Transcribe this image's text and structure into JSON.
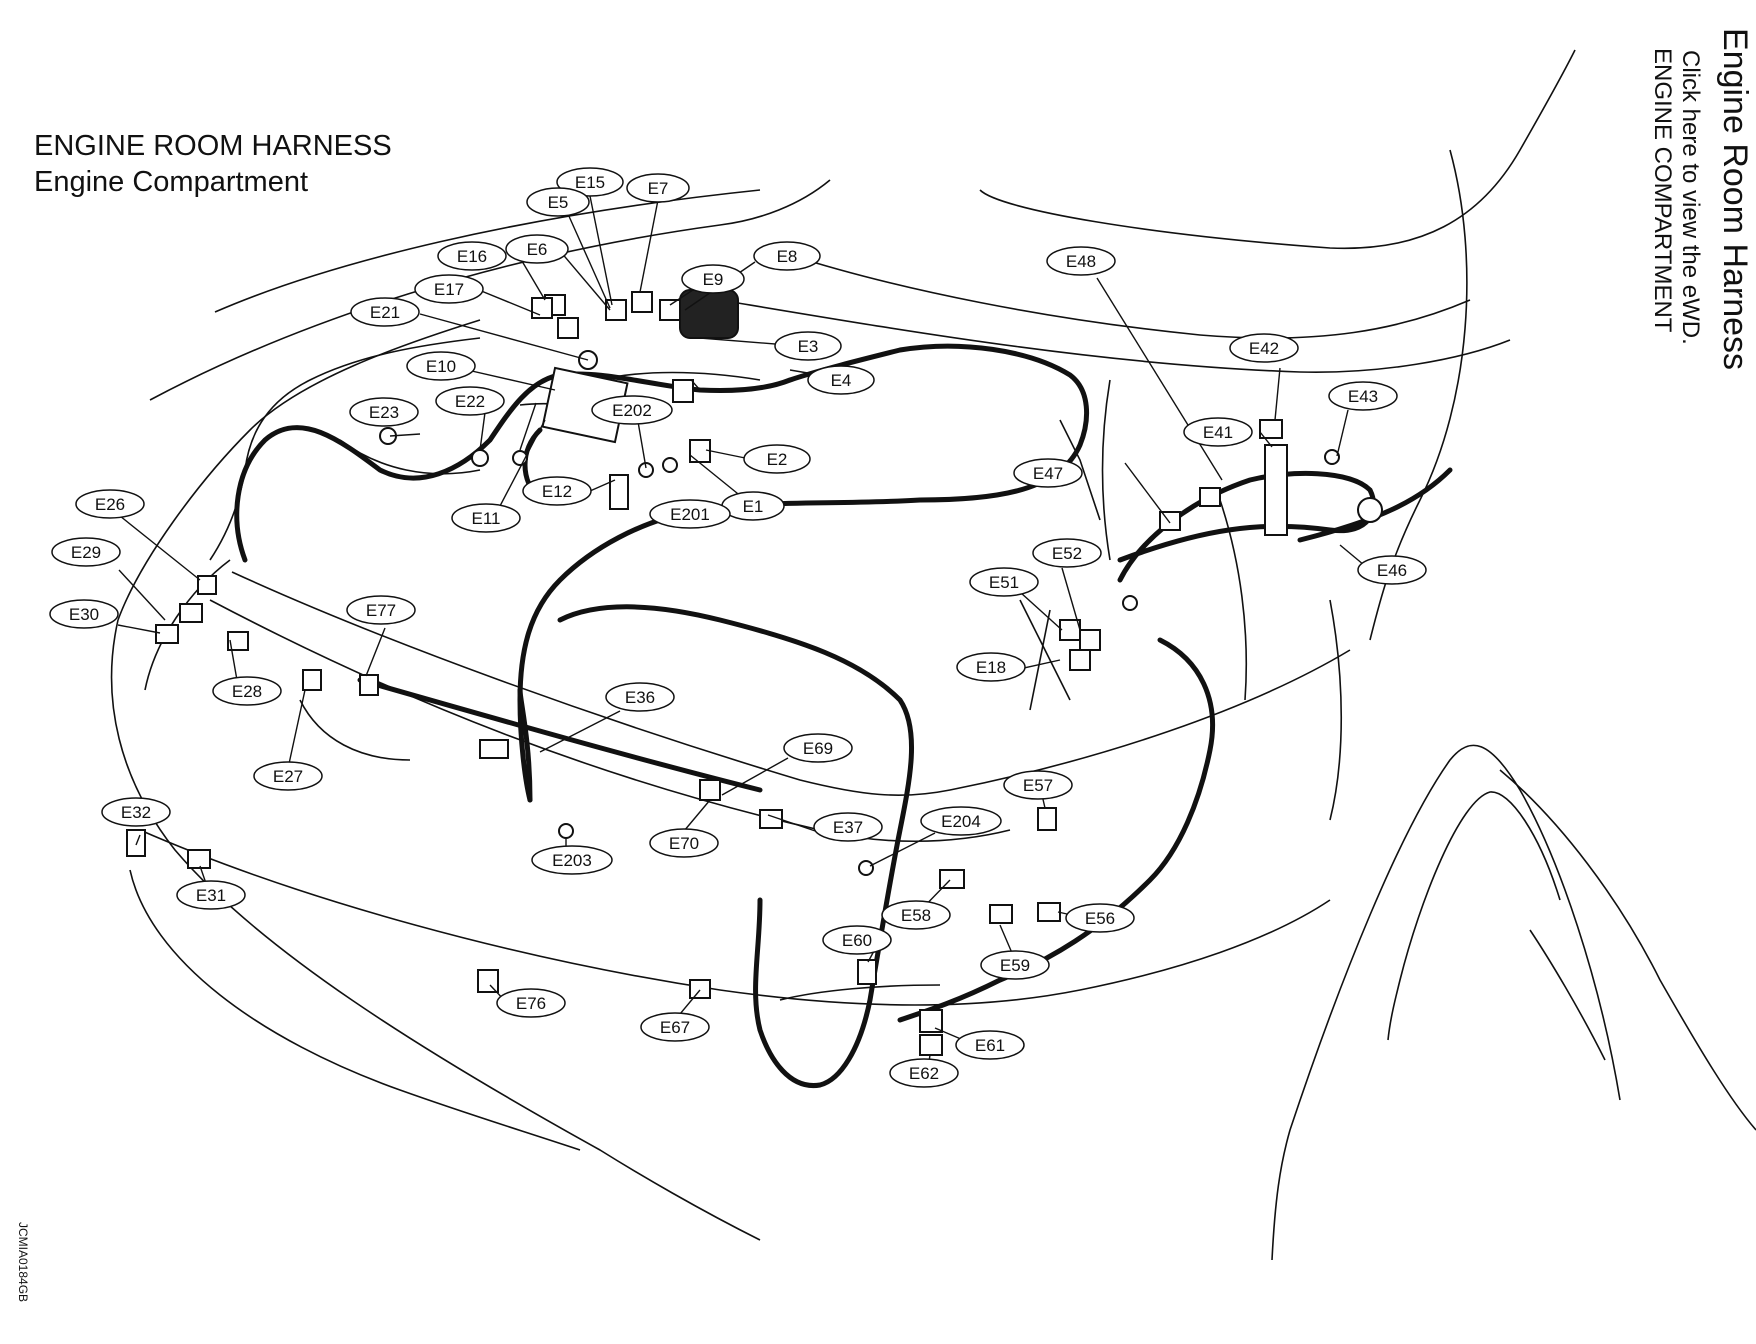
{
  "title": {
    "line1": "ENGINE ROOM HARNESS",
    "line2": "Engine Compartment"
  },
  "sidebar": {
    "heading": "Engine Room Harness",
    "link": "Click here to view the eWD.",
    "subheading": "ENGINE COMPARTMENT"
  },
  "image_code": "JCMIA0184GB",
  "connectors": {
    "E1": "E1",
    "E2": "E2",
    "E3": "E3",
    "E4": "E4",
    "E5": "E5",
    "E6": "E6",
    "E7": "E7",
    "E8": "E8",
    "E9": "E9",
    "E10": "E10",
    "E11": "E11",
    "E12": "E12",
    "E15": "E15",
    "E16": "E16",
    "E17": "E17",
    "E18": "E18",
    "E21": "E21",
    "E22": "E22",
    "E23": "E23",
    "E26": "E26",
    "E27": "E27",
    "E28": "E28",
    "E29": "E29",
    "E30": "E30",
    "E31": "E31",
    "E32": "E32",
    "E36": "E36",
    "E37": "E37",
    "E41": "E41",
    "E42": "E42",
    "E43": "E43",
    "E46": "E46",
    "E47": "E47",
    "E48": "E48",
    "E51": "E51",
    "E52": "E52",
    "E56": "E56",
    "E57": "E57",
    "E58": "E58",
    "E59": "E59",
    "E60": "E60",
    "E61": "E61",
    "E62": "E62",
    "E67": "E67",
    "E69": "E69",
    "E70": "E70",
    "E76": "E76",
    "E77": "E77",
    "E201": "E201",
    "E202": "E202",
    "E203": "E203",
    "E204": "E204"
  }
}
